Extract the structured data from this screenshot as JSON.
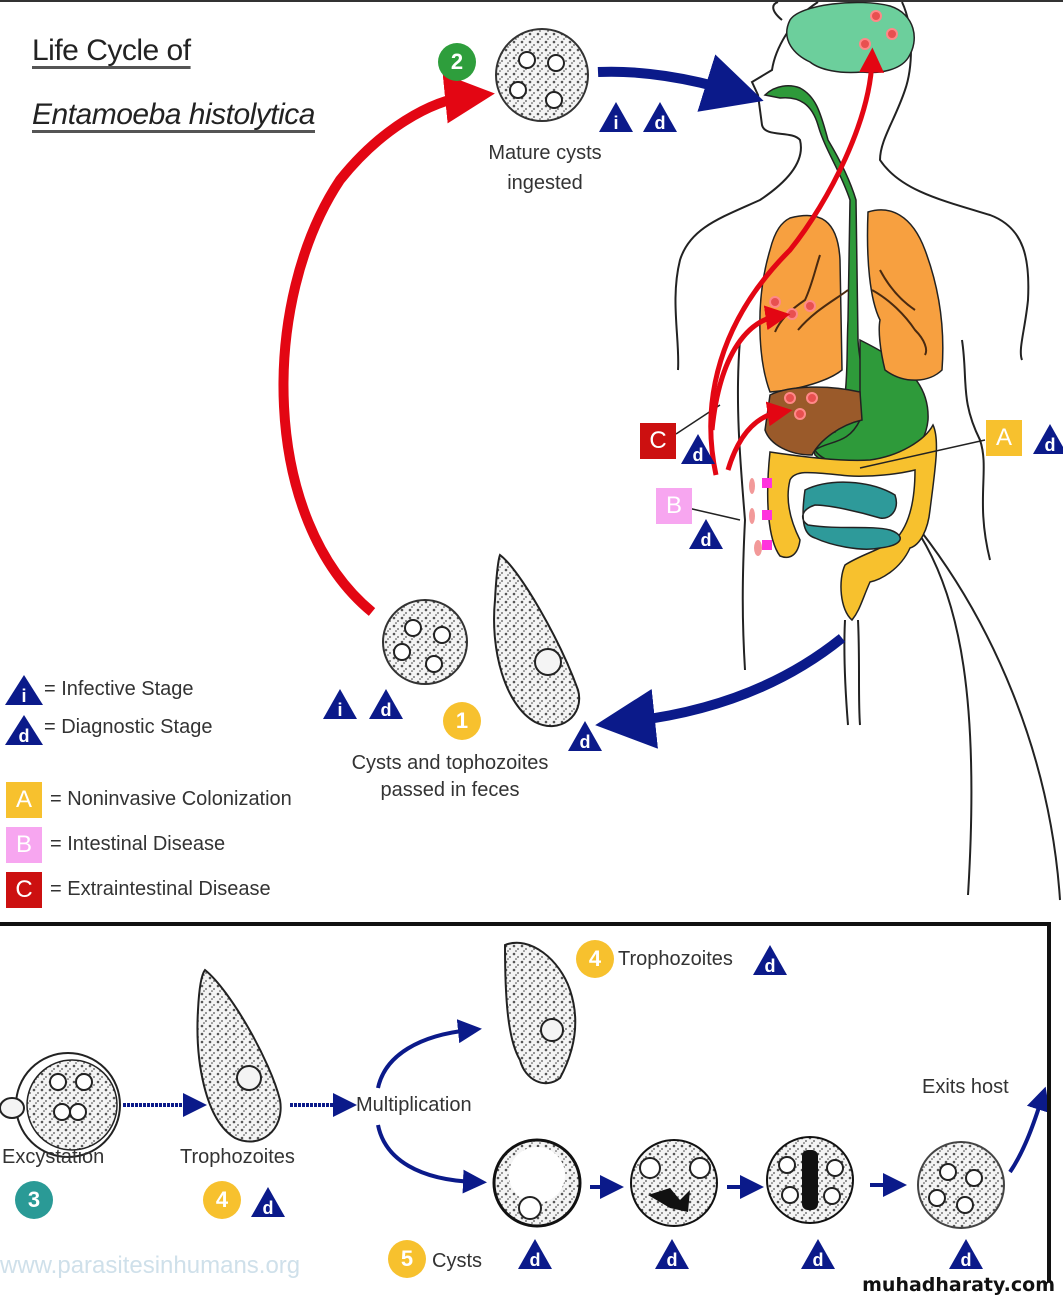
{
  "title": {
    "line1": "Life Cycle of",
    "line2": "Entamoeba histolytica"
  },
  "colors": {
    "diagnostic_blue": "#0b1a8a",
    "arrow_red": "#e30613",
    "stage_yellow": "#f7c12e",
    "stage_green": "#2e9e3c",
    "stage_teal": "#2a9a96",
    "A_yellow": "#f7c12e",
    "B_pink": "#f7a6f0",
    "C_red": "#cc1010",
    "lung_orange": "#f7a040",
    "liver_brown": "#9a5a2a",
    "brain_green": "#6ccf9c",
    "gut_green": "#2e9a3a",
    "intestine_teal": "#2e9a9a"
  },
  "stages": {
    "s1": {
      "number": "1",
      "label_line1": "Cysts and tophozoites",
      "label_line2": "passed in feces"
    },
    "s2": {
      "number": "2",
      "label_line1": "Mature cysts",
      "label_line2": "ingested"
    },
    "s3": {
      "number": "3",
      "label": "Excystation"
    },
    "s4": {
      "number": "4",
      "label": "Trophozoites",
      "label_top": "Trophozoites"
    },
    "s5": {
      "number": "5",
      "label": "Cysts"
    }
  },
  "markers": {
    "infective": "i",
    "diagnostic": "d",
    "A": "A",
    "B": "B",
    "C": "C"
  },
  "legend": {
    "items": [
      {
        "symbol": "i",
        "text": "= Infective Stage"
      },
      {
        "symbol": "d",
        "text": "= Diagnostic Stage"
      },
      {
        "symbol": "A",
        "text": "= Noninvasive Colonization"
      },
      {
        "symbol": "B",
        "text": "= Intestinal Disease"
      },
      {
        "symbol": "C",
        "text": "= Extraintestinal Disease"
      }
    ]
  },
  "panel": {
    "multiplication": "Multiplication",
    "exits_host": "Exits host"
  },
  "watermark": "www.parasitesinhumans.org",
  "site_credit": "muhadharaty.com"
}
